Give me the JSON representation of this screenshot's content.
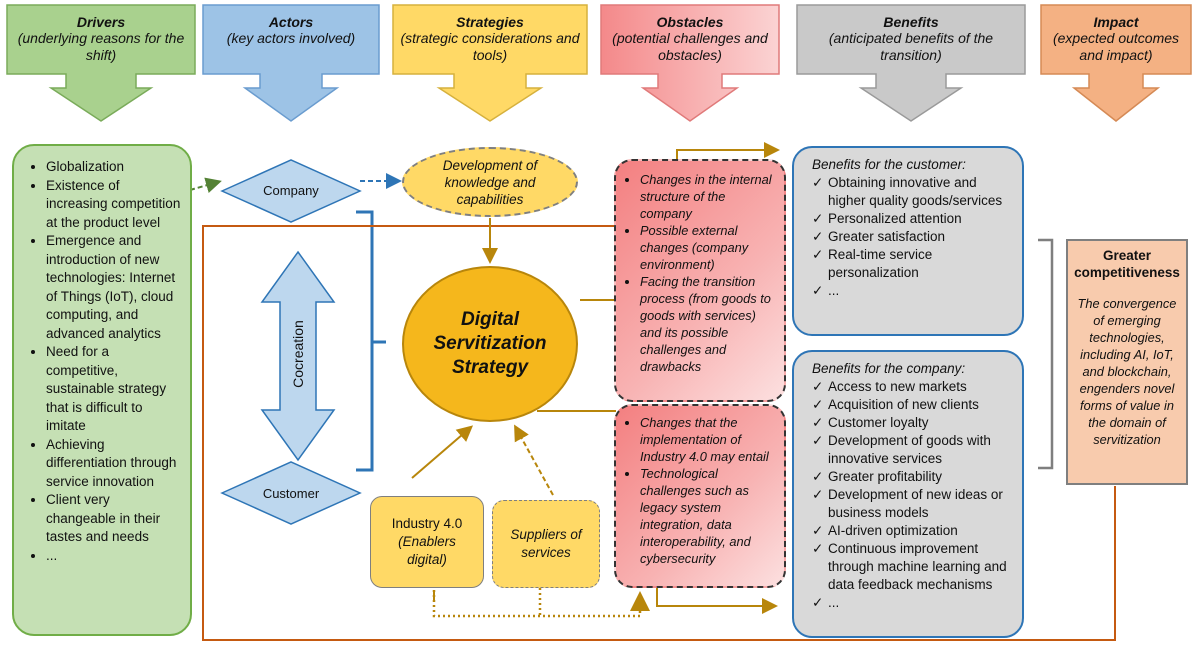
{
  "headers": [
    {
      "title": "Drivers",
      "subtitle": "(underlying reasons for the shift)",
      "color": "#8fcf6d"
    },
    {
      "title": "Actors",
      "subtitle": "(key actors involved)",
      "color": "#8db4e2"
    },
    {
      "title": "Strategies",
      "subtitle": "(strategic considerations and tools)",
      "color": "#ffd966"
    },
    {
      "title": "Obstacles",
      "subtitle": "(potential challenges and obstacles)",
      "color": "#f4a0a0"
    },
    {
      "title": "Benefits",
      "subtitle": "(anticipated benefits of the transition)",
      "color": "#c0c0c0"
    },
    {
      "title": "Impact",
      "subtitle": "(expected outcomes and impact)",
      "color": "#f4b183"
    }
  ],
  "drivers": [
    "Globalization",
    "Existence of increasing competition at the product level",
    "Emergence and introduction of new technologies: Internet of Things (IoT), cloud computing, and advanced analytics",
    "Need for a competitive, sustainable strategy that is difficult to imitate",
    "Achieving differentiation through service innovation",
    "Client very changeable in their tastes and needs",
    "..."
  ],
  "actors": {
    "company": "Company",
    "customer": "Customer",
    "cocreation": "Cocreation"
  },
  "strategies": {
    "knowledge": "Development of knowledge and capabilities",
    "central_line1": "Digital",
    "central_line2": "Servitization",
    "central_line3": "Strategy",
    "industry_line1": "Industry 4.0",
    "industry_line2": "(Enablers",
    "industry_line3": "digital)",
    "suppliers": "Suppliers of services"
  },
  "obstacles_top": [
    "Changes in the internal structure of the company",
    "Possible external changes (company environment)",
    "Facing the transition process (from goods to goods with services) and its possible challenges and drawbacks"
  ],
  "obstacles_bottom": [
    "Changes that the implementation of Industry 4.0 may entail",
    "Technological challenges such as legacy system integration, data interoperability, and cybersecurity"
  ],
  "benefits_customer": {
    "heading": "Benefits for the customer:",
    "items": [
      "Obtaining innovative and higher quality goods/services",
      "Personalized attention",
      "Greater satisfaction",
      "Real-time service personalization",
      "..."
    ]
  },
  "benefits_company": {
    "heading": "Benefits for the company:",
    "items": [
      "Access to new markets",
      "Acquisition of new clients",
      "Customer loyalty",
      "Development of goods with innovative services",
      "Greater profitability",
      "Development of new ideas or business models",
      "AI-driven optimization",
      "Continuous improvement through machine learning and data feedback mechanisms",
      "..."
    ]
  },
  "impact": {
    "title_line1": "Greater",
    "title_line2": "competitiveness",
    "description": "The convergence of emerging technologies, including AI, IoT, and blockchain, engenders novel forms of value in the domain of servitization"
  }
}
